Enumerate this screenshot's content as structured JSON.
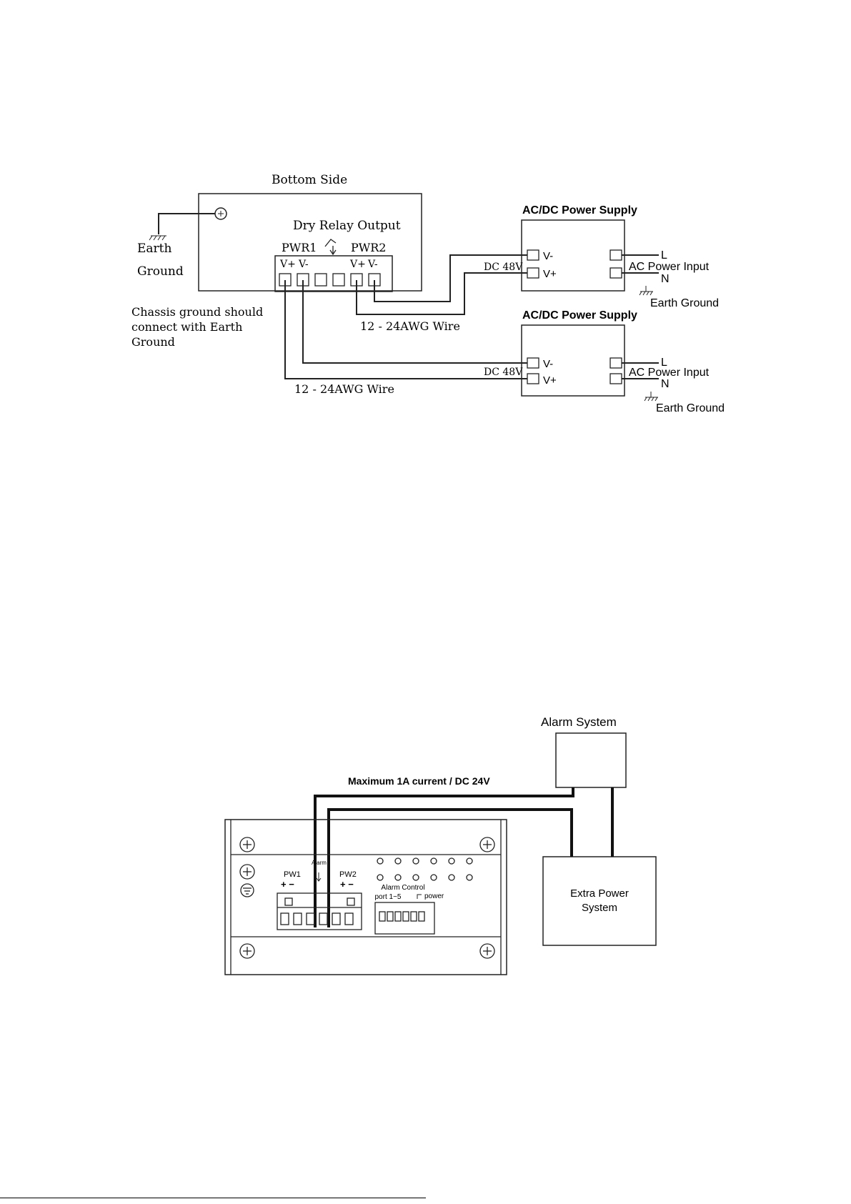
{
  "diagram1": {
    "bottom_side": "Bottom Side",
    "dry_relay_output": "Dry Relay Output",
    "pwr1": "PWR1",
    "pwr2": "PWR2",
    "terminal_labels": [
      "V+",
      "V-",
      "V+",
      "V-"
    ],
    "earth": "Earth",
    "ground": "Ground",
    "chassis_note": [
      "Chassis ground should",
      "connect with Earth",
      "Ground"
    ],
    "wire_label_upper": "12 - 24AWG Wire",
    "wire_label_lower": "12 - 24AWG Wire",
    "supplies": [
      {
        "title": "AC/DC Power Supply",
        "dc": "DC 48V",
        "vminus": "V-",
        "vplus": "V+",
        "l": "L",
        "ac_input": "AC Power Input",
        "n": "N",
        "earth_ground": "Earth Ground"
      },
      {
        "title": "AC/DC Power Supply",
        "dc": "DC 48V",
        "vminus": "V-",
        "vplus": "V+",
        "l": "L",
        "ac_input": "AC Power Input",
        "n": "N",
        "earth_ground": "Earth Ground"
      }
    ]
  },
  "diagram2": {
    "alarm_system": "Alarm System",
    "max_current": "Maximum 1A current / DC 24V",
    "extra_power_line1": "Extra Power",
    "extra_power_line2": "System",
    "pw1": "PW1",
    "pw2": "PW2",
    "alarm_small": "Alarm",
    "alarm_control": "Alarm Control",
    "port_range": "port 1~5",
    "power": "power"
  }
}
